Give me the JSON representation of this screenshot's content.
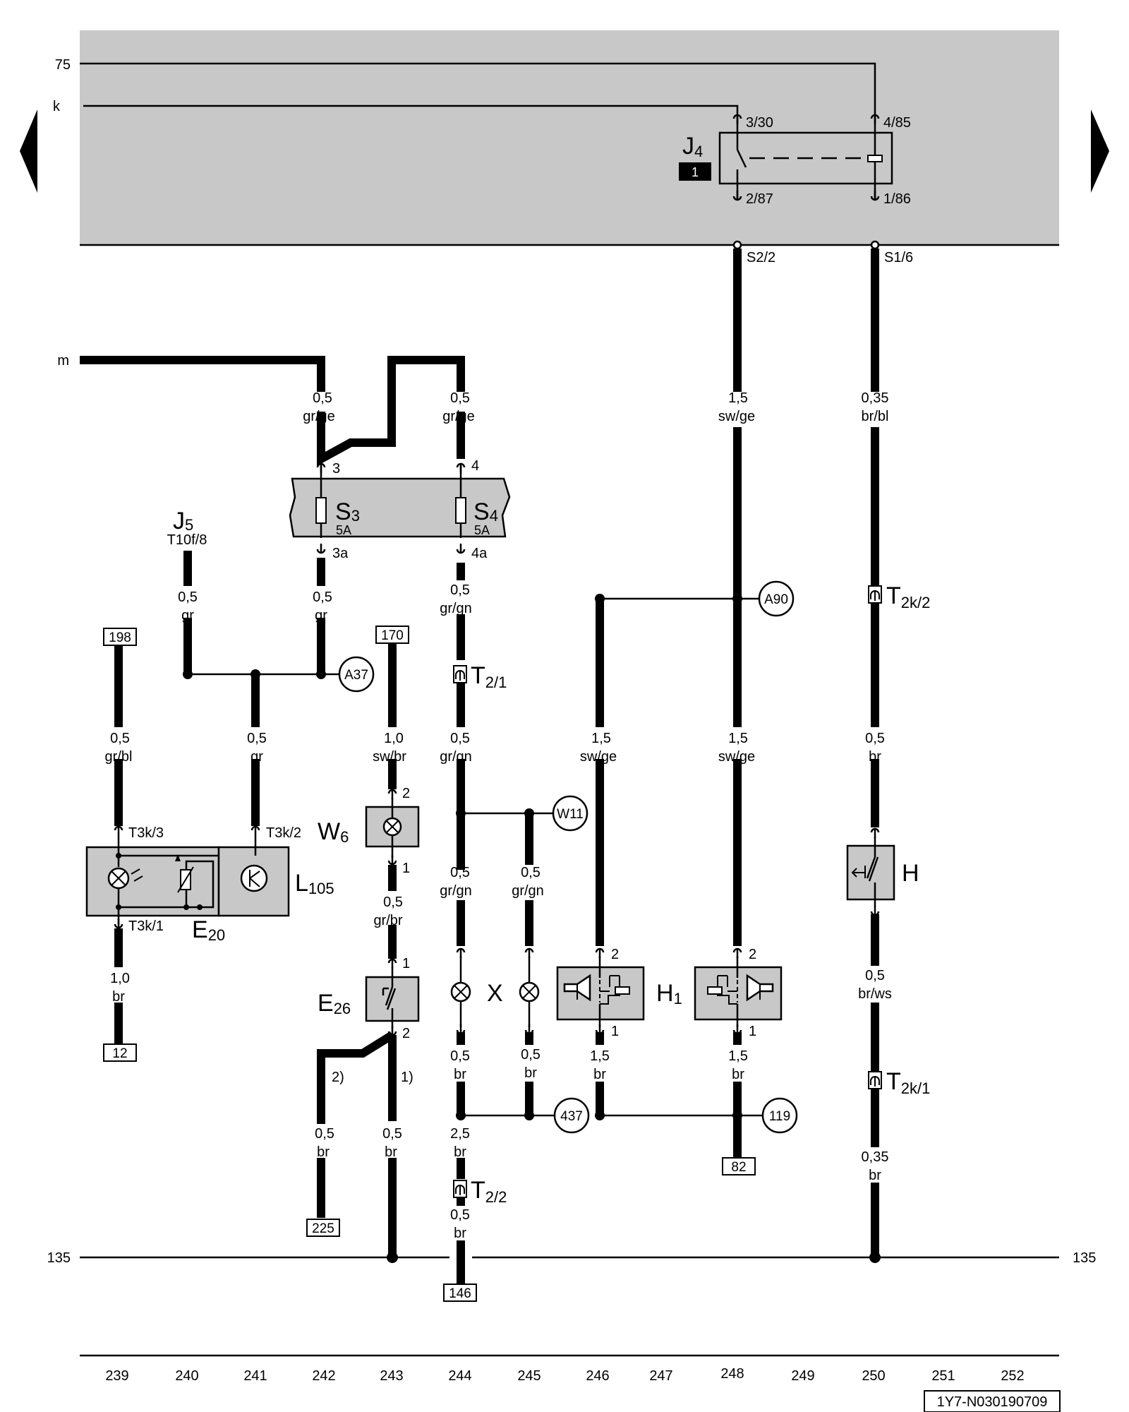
{
  "nav": {
    "prev_label": "",
    "next_label": ""
  },
  "rails": {
    "r75": "75",
    "rk": "k",
    "rm": "m",
    "r135_left": "135",
    "r135_right": "135"
  },
  "relay_j4": {
    "name": "J",
    "sub": "4",
    "index": "1",
    "pin_3_30": "3/30",
    "pin_4_85": "4/85",
    "pin_2_87": "2/87",
    "pin_1_86": "1/86",
    "s2_2": "S2/2",
    "s1_6": "S1/6"
  },
  "fuses": {
    "s3": {
      "name": "S",
      "sub": "3",
      "rating": "5A",
      "pin_in": "3",
      "pin_out": "3a"
    },
    "s4": {
      "name": "S",
      "sub": "4",
      "rating": "5A",
      "pin_in": "4",
      "pin_out": "4a"
    }
  },
  "j5": {
    "name": "J",
    "sub": "5",
    "conn": "T10f/8"
  },
  "wires": {
    "w1": {
      "size": "0,5",
      "color": "gr/ge"
    },
    "w2": {
      "size": "0,5",
      "color": "gr/ge"
    },
    "w3": {
      "size": "1,5",
      "color": "sw/ge"
    },
    "w4": {
      "size": "0,35",
      "color": "br/bl"
    },
    "w5": {
      "size": "0,5",
      "color": "gr"
    },
    "w6": {
      "size": "0,5",
      "color": "gr"
    },
    "w7": {
      "size": "0,5",
      "color": "gr/gn"
    },
    "w8": {
      "size": "0,5",
      "color": "gr/bl"
    },
    "w9": {
      "size": "0,5",
      "color": "gr"
    },
    "w10": {
      "size": "1,0",
      "color": "sw/br"
    },
    "w11": {
      "size": "0,5",
      "color": "gr/gn"
    },
    "w12": {
      "size": "1,5",
      "color": "sw/ge"
    },
    "w13": {
      "size": "1,5",
      "color": "sw/ge"
    },
    "w14": {
      "size": "0,5",
      "color": "br"
    },
    "w15": {
      "size": "0,5",
      "color": "gr/gn"
    },
    "w16": {
      "size": "0,5",
      "color": "gr/gn"
    },
    "w17": {
      "size": "0,5",
      "color": "gr/br"
    },
    "w18": {
      "size": "1,0",
      "color": "br"
    },
    "w19": {
      "size": "0,5",
      "color": "br/ws"
    },
    "w20": {
      "size": "0,5",
      "color": "br"
    },
    "w21": {
      "size": "0,5",
      "color": "br"
    },
    "w22": {
      "size": "1,5",
      "color": "br"
    },
    "w23": {
      "size": "1,5",
      "color": "br"
    },
    "w24": {
      "size": "0,5",
      "color": "br"
    },
    "w25": {
      "size": "0,5",
      "color": "br"
    },
    "w26": {
      "size": "2,5",
      "color": "br"
    },
    "w27": {
      "size": "0,35",
      "color": "br"
    },
    "w28": {
      "size": "0,5",
      "color": "br"
    }
  },
  "refs": {
    "r198": "198",
    "r170": "170",
    "r12": "12",
    "r225": "225",
    "r146": "146",
    "r82": "82"
  },
  "nodes": {
    "a37": "A37",
    "a90": "A90",
    "w11": "W11",
    "n437": "437",
    "n119": "119"
  },
  "connectors": {
    "t2_1": {
      "name": "T",
      "sub": "2/1"
    },
    "t2_2": {
      "name": "T",
      "sub": "2/2"
    },
    "t2k_2": {
      "name": "T",
      "sub": "2k/2"
    },
    "t2k_1": {
      "name": "T",
      "sub": "2k/1"
    }
  },
  "components": {
    "l105": {
      "name": "L",
      "sub": "105",
      "pin_t3k3": "T3k/3",
      "pin_t3k2": "T3k/2",
      "pin_t3k1": "T3k/1"
    },
    "e20": {
      "name": "E",
      "sub": "20"
    },
    "w6": {
      "name": "W",
      "sub": "6",
      "pin_top": "2",
      "pin_bottom": "1"
    },
    "e26": {
      "name": "E",
      "sub": "26",
      "pin_top": "1",
      "pin_bottom": "2",
      "variant2": "2)",
      "variant1": "1)"
    },
    "x": {
      "name": "X"
    },
    "h1": {
      "name": "H",
      "sub": "1",
      "left_pin_top": "2",
      "left_pin_bottom": "1",
      "right_pin_top": "2",
      "right_pin_bottom": "1"
    },
    "h": {
      "name": "H"
    }
  },
  "ruler": [
    "239",
    "240",
    "241",
    "242",
    "243",
    "244",
    "245",
    "246",
    "247",
    "248",
    "249",
    "250",
    "251",
    "252"
  ],
  "doc_id": "1Y7-N030190709"
}
